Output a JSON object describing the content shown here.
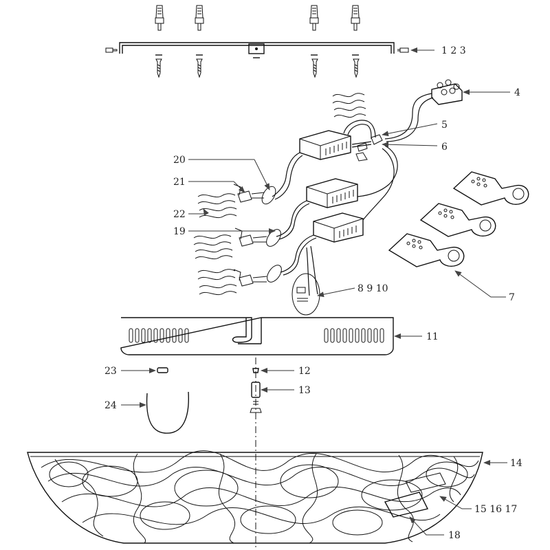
{
  "labels": {
    "l1": "1 2 3",
    "l4": "4",
    "l5": "5",
    "l6": "6",
    "l7": "7",
    "l8": "8 9 10",
    "l11": "11",
    "l12": "12",
    "l13": "13",
    "l14": "14",
    "l15": "15 16 17",
    "l18": "18",
    "l19": "19",
    "l20": "20",
    "l21": "21",
    "l22": "22",
    "l23": "23",
    "l24": "24"
  },
  "colors": {
    "ink": "#111111",
    "leader": "#444444",
    "background": "#ffffff"
  }
}
